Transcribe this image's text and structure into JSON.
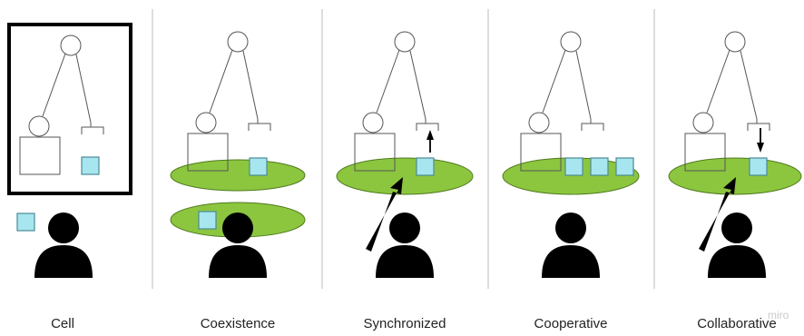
{
  "panels": [
    {
      "label": "Cell"
    },
    {
      "label": "Coexistence"
    },
    {
      "label": "Synchronized"
    },
    {
      "label": "Cooperative"
    },
    {
      "label": "Collaborative"
    }
  ],
  "watermark": "miro",
  "colors": {
    "workspace": "#8cc63f",
    "part": "#a8e6ef",
    "cell_frame": "#000000",
    "human": "#000000",
    "divider": "#bbbbbb"
  }
}
